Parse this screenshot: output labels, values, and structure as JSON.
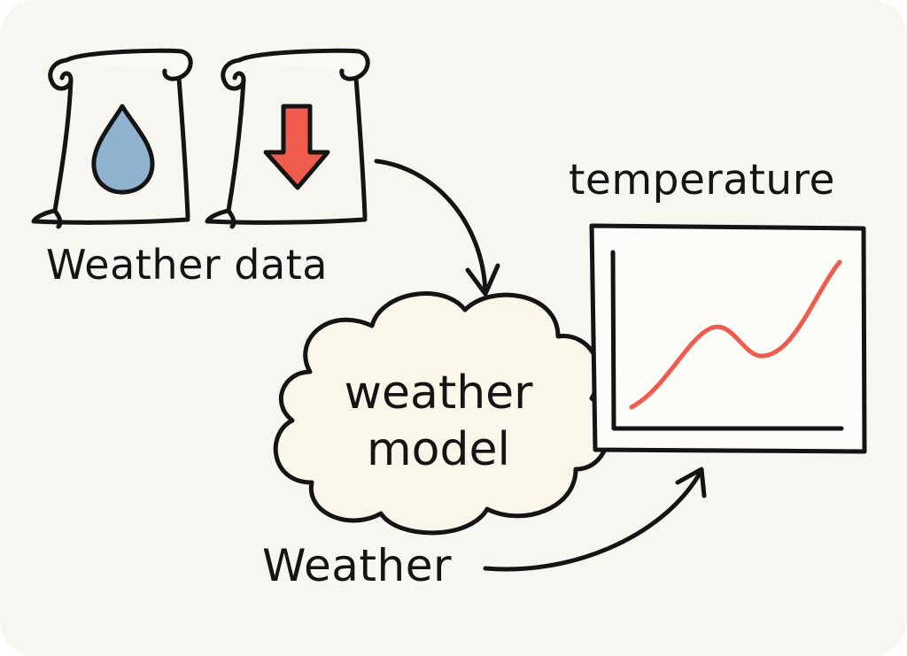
{
  "labels": {
    "weather_data": "Weather data",
    "temperature": "temperature",
    "model_line1": "weather",
    "model_line2": "model",
    "weather": "Weather"
  },
  "colors": {
    "background": "#f8f6f1",
    "ink": "#141414",
    "water_drop": "#8fb3cf",
    "down_arrow": "#ef5b4c",
    "chart_line": "#ef5b4c",
    "cloud_fill": "#faf7ea"
  },
  "icons": [
    "scroll-icon",
    "water-drop-icon",
    "down-arrow-icon",
    "cloud-shape",
    "line-chart-icon",
    "curved-arrow"
  ]
}
